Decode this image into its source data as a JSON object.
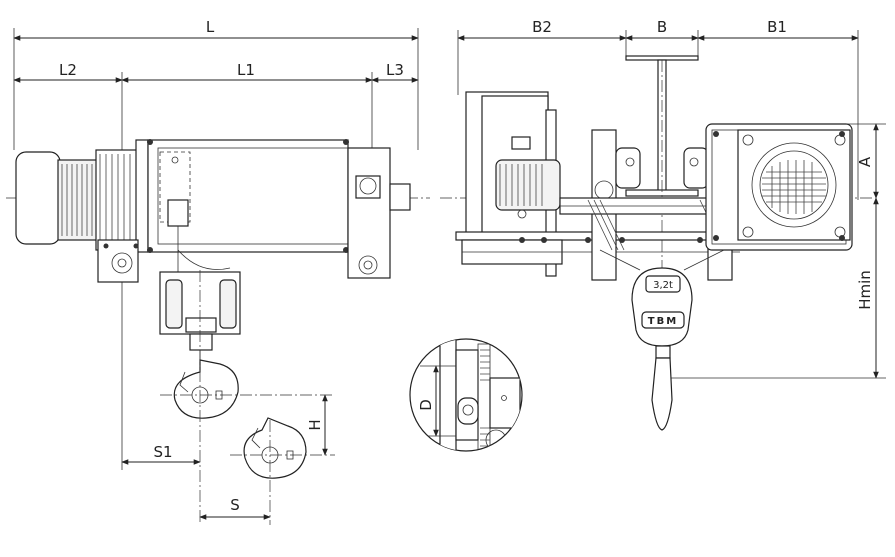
{
  "dimensions": {
    "L": "L",
    "L1": "L1",
    "L2": "L2",
    "L3": "L3",
    "B": "B",
    "B1": "B1",
    "B2": "B2",
    "A": "A",
    "Hmin": "Hmin",
    "H": "H",
    "S": "S",
    "S1": "S1",
    "D": "D"
  },
  "block": {
    "capacity": "3,2t",
    "brand": "TBM"
  }
}
